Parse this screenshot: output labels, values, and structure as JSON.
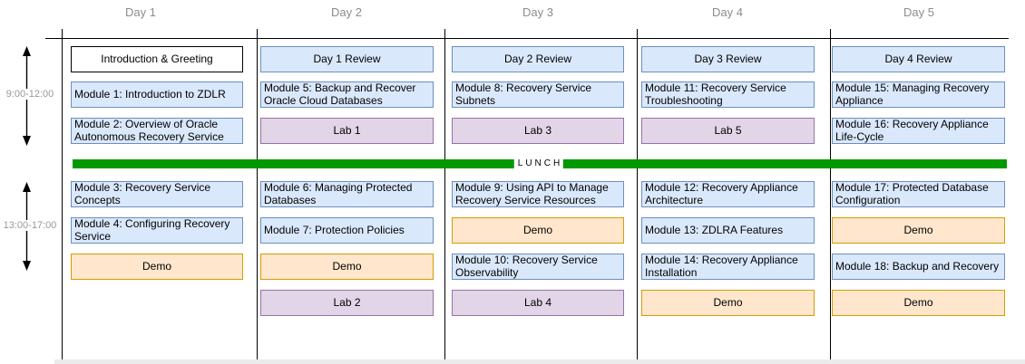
{
  "diagram": {
    "time_axis": [
      {
        "label": "9:00-12:00"
      },
      {
        "label": "13:00-17:00"
      }
    ],
    "lunch": {
      "label": "LUNCH"
    },
    "colors": {
      "module_fill": "#DAE8FC",
      "module_border": "#6C8EBF",
      "lab_fill": "#E1D5E7",
      "lab_border": "#9673A6",
      "demo_fill": "#FFE6CC",
      "demo_border": "#D79B00",
      "intro_fill": "#FFFFFF",
      "intro_border": "#000000",
      "lunch_bar": "#009900",
      "header_text": "#8C8C8C"
    },
    "columns": [
      {
        "header": "Day 1",
        "boxes": [
          {
            "label": "Introduction & Greeting",
            "kind": "intro",
            "row": 0
          },
          {
            "label": "Module 1: Introduction to ZDLR",
            "kind": "module",
            "row": 1
          },
          {
            "label": "Module 2: Overview of Oracle Autonomous Recovery Service",
            "kind": "module",
            "row": 2
          },
          {
            "label": "Module 3: Recovery Service Concepts",
            "kind": "module",
            "row": 3
          },
          {
            "label": "Module 4: Configuring Recovery Service",
            "kind": "module",
            "row": 4
          },
          {
            "label": "Demo",
            "kind": "demo",
            "row": 5
          }
        ]
      },
      {
        "header": "Day 2",
        "boxes": [
          {
            "label": "Day 1 Review",
            "kind": "review",
            "row": 0
          },
          {
            "label": "Module 5: Backup and Recover Oracle Cloud Databases",
            "kind": "module",
            "row": 1
          },
          {
            "label": "Lab 1",
            "kind": "lab",
            "row": 2
          },
          {
            "label": "Module 6: Managing Protected Databases",
            "kind": "module",
            "row": 3
          },
          {
            "label": "Module 7: Protection Policies",
            "kind": "module",
            "row": 4
          },
          {
            "label": "Demo",
            "kind": "demo",
            "row": 5
          },
          {
            "label": "Lab 2",
            "kind": "lab",
            "row": 6
          }
        ]
      },
      {
        "header": "Day 3",
        "boxes": [
          {
            "label": "Day 2 Review",
            "kind": "review",
            "row": 0
          },
          {
            "label": "Module 8: Recovery Service Subnets",
            "kind": "module",
            "row": 1
          },
          {
            "label": "Lab 3",
            "kind": "lab",
            "row": 2
          },
          {
            "label": "Module 9: Using API to Manage Recovery Service Resources",
            "kind": "module",
            "row": 3
          },
          {
            "label": "Demo",
            "kind": "demo",
            "row": 4
          },
          {
            "label": "Module 10: Recovery Service Observability",
            "kind": "module",
            "row": 5
          },
          {
            "label": "Lab 4",
            "kind": "lab",
            "row": 6
          }
        ]
      },
      {
        "header": "Day 4",
        "boxes": [
          {
            "label": "Day 3 Review",
            "kind": "review",
            "row": 0
          },
          {
            "label": "Module 11: Recovery Service Troubleshooting",
            "kind": "module",
            "row": 1
          },
          {
            "label": "Lab 5",
            "kind": "lab",
            "row": 2
          },
          {
            "label": "Module 12: Recovery Appliance Architecture",
            "kind": "module",
            "row": 3
          },
          {
            "label": "Module 13: ZDLRA Features",
            "kind": "module",
            "row": 4
          },
          {
            "label": "Module 14: Recovery Appliance Installation",
            "kind": "module",
            "row": 5
          },
          {
            "label": "Demo",
            "kind": "demo",
            "row": 6
          }
        ]
      },
      {
        "header": "Day 5",
        "boxes": [
          {
            "label": "Day 4 Review",
            "kind": "review",
            "row": 0
          },
          {
            "label": "Module 15: Managing Recovery Appliance",
            "kind": "module",
            "row": 1
          },
          {
            "label": "Module 16: Recovery Appliance Life-Cycle",
            "kind": "module",
            "row": 2
          },
          {
            "label": "Module 17: Protected Database Configuration",
            "kind": "module",
            "row": 3
          },
          {
            "label": "Demo",
            "kind": "demo",
            "row": 4
          },
          {
            "label": "Module 18: Backup and Recovery",
            "kind": "module",
            "row": 5
          },
          {
            "label": "Demo",
            "kind": "demo",
            "row": 6
          }
        ]
      }
    ]
  }
}
